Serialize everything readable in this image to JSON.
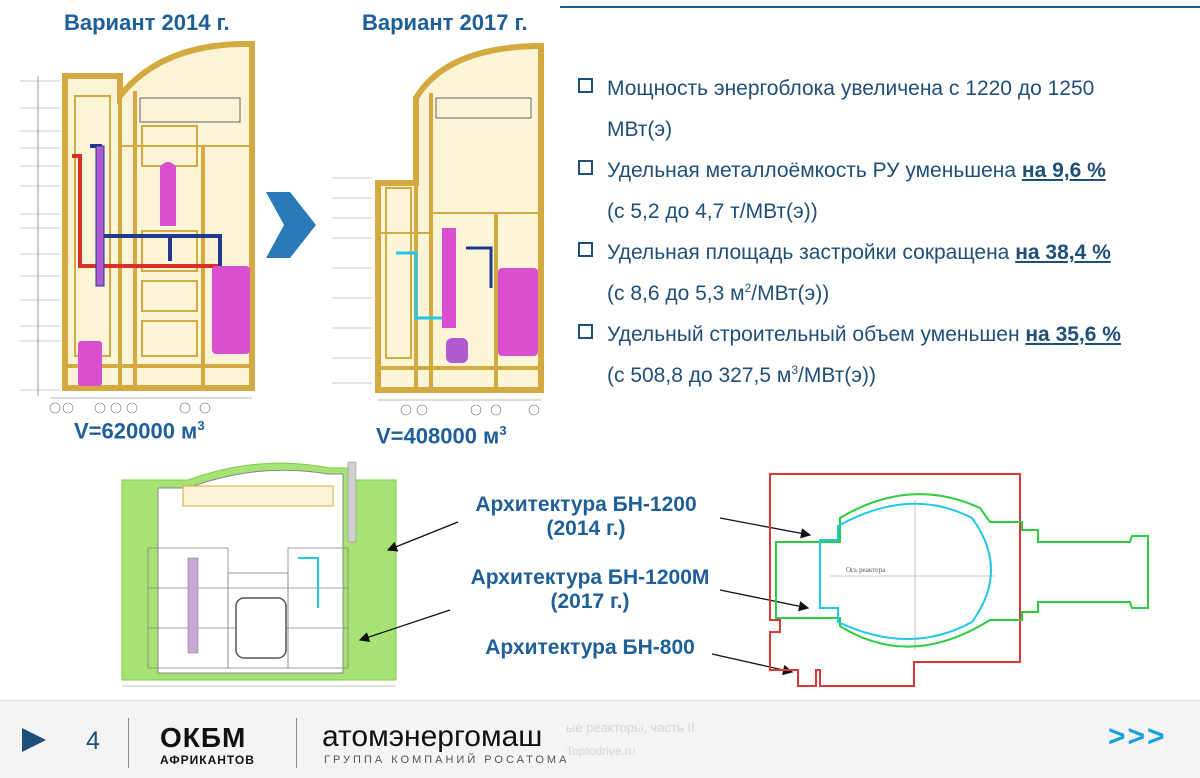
{
  "variants": {
    "v2014": {
      "title": "Вариант 2014 г.",
      "volume": "V=620000 м",
      "volume_sup": "3"
    },
    "v2017": {
      "title": "Вариант 2017 г.",
      "volume": "V=408000 м",
      "volume_sup": "3"
    }
  },
  "bullets": [
    {
      "line1": "Мощность энергоблока увеличена с 1220 до 1250",
      "line2": "МВт(э)"
    },
    {
      "line1": "Удельная металлоёмкость РУ уменьшена ",
      "highlight": "на 9,6 %",
      "line2": "(с 5,2 до 4,7 т/МВт(э))"
    },
    {
      "line1": "Удельная площадь застройки сокращена ",
      "highlight": "на 38,4 %",
      "line2_pre": "(с 8,6 до 5,3 м",
      "line2_sup": "2",
      "line2_post": "/МВт(э))"
    },
    {
      "line1": "Удельный строительный объем уменьшен ",
      "highlight": "на 35,6 %",
      "line2_pre": "(с 508,8 до 327,5 м",
      "line2_sup": "3",
      "line2_post": "/МВт(э))"
    }
  ],
  "architecture": {
    "bn1200": {
      "line1": "Архитектура БН-1200",
      "line2": "(2014 г.)"
    },
    "bn1200m": {
      "line1": "Архитектура БН-1200М",
      "line2": "(2017 г.)"
    },
    "bn800": {
      "line1": "Архитектура БН-800"
    }
  },
  "plan_label": "Ось реактора",
  "footer": {
    "slide_number": "4",
    "okbm_logo": "ОКБМ",
    "okbm_sub": "АФРИКАНТОВ",
    "aem_logo": "атомэнергомаш",
    "aem_sub": "ГРУППА КОМПАНИЙ РОСАТОМА",
    "ghost_text": "ые реакторы, часть II",
    "ghost_text2": "Toptodrive.ru",
    "nav_label": ">>>"
  },
  "colors": {
    "accent": "#1f5f99",
    "bn1200_outline": "#2ecc40",
    "bn1200m_outline": "#22c7e8",
    "bn800_outline": "#d83a3a",
    "building_fill": "#f2e6b8",
    "building_stroke": "#d4a940",
    "pipe_red": "#d9302a",
    "pipe_blue": "#1f3b8f",
    "reactor_fill": "#d94fd0",
    "green_mass": "#9ee06a"
  }
}
